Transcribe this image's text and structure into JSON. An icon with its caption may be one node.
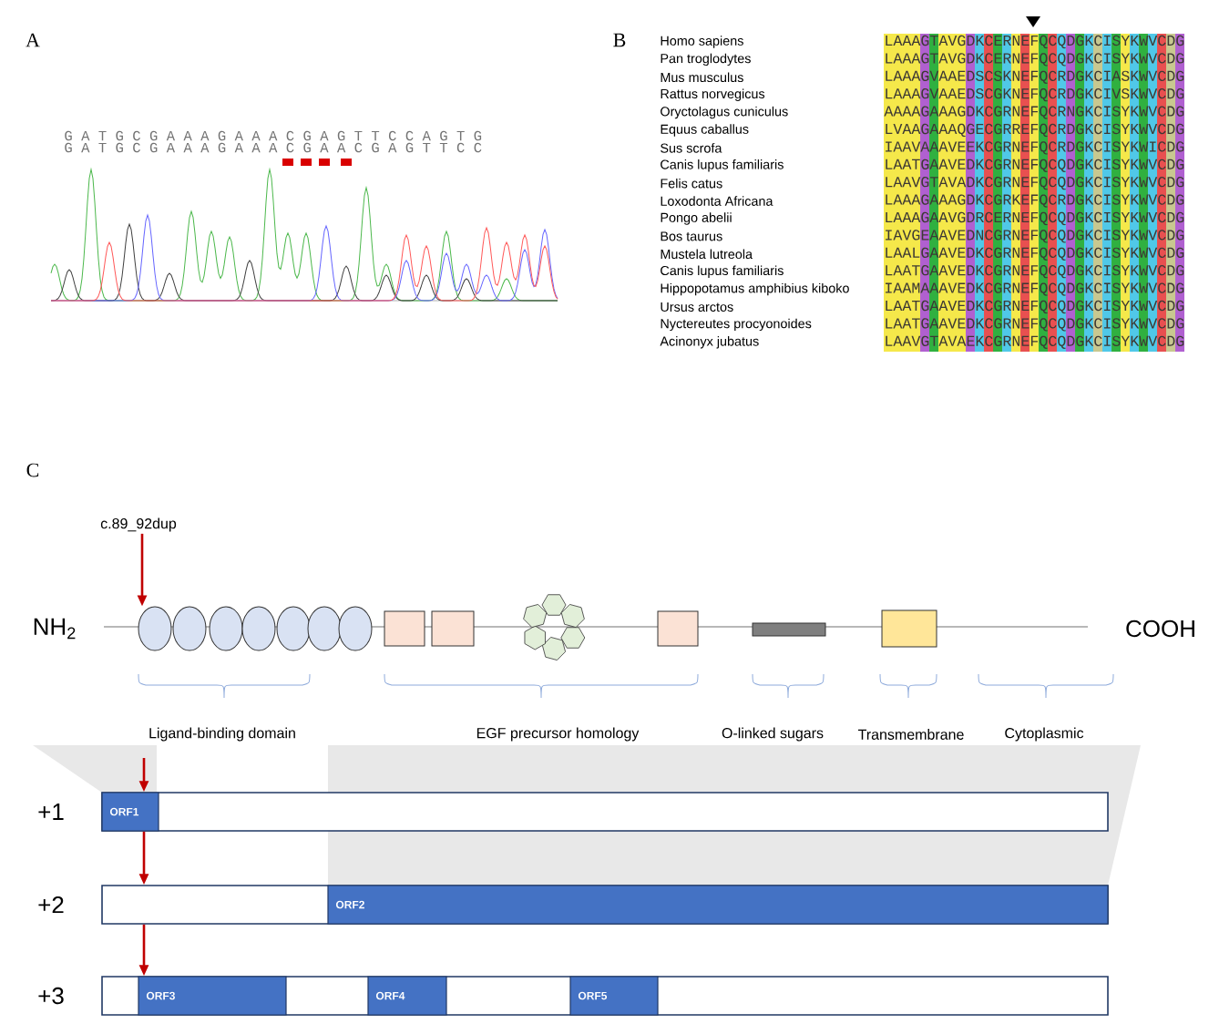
{
  "diagram": {
    "nodes": [
      {
        "text": [
          "c.89_92dup"
        ]
      },
      {
        "text": [],
        "shape": "ellipse"
      },
      {
        "text": [],
        "shape": "ellipse"
      },
      {
        "text": [],
        "shape": "ellipse"
      },
      {
        "text": [],
        "shape": "ellipse"
      },
      {
        "text": [],
        "shape": "ellipse"
      },
      {
        "text": [],
        "shape": "ellipse"
      },
      {
        "text": [],
        "shape": "ellipse"
      },
      {
        "text": [],
        "shape": "box"
      },
      {
        "text": [],
        "shape": "box"
      },
      {
        "text": [],
        "shape": "box"
      },
      {
        "text": [],
        "shape": "bar"
      },
      {
        "text": [],
        "shape": "box"
      },
      {
        "text": [
          "+1"
        ]
      },
      {
        "text": [
          "ORF1"
        ],
        "in": 13
      },
      {
        "text": [
          "+2"
        ]
      },
      {
        "text": [
          "ORF2"
        ],
        "in": 15
      },
      {
        "text": [
          "+3"
        ]
      },
      {
        "text": [
          "ORF3"
        ],
        "in": 17
      },
      {
        "text": [
          "ORF4"
        ],
        "in": 17
      },
      {
        "text": [
          "ORF5"
        ],
        "in": 17
      }
    ],
    "edges": [
      {
        "from": 0,
        "to": 1,
        "arrow": "to"
      },
      {
        "from": null,
        "to": 13,
        "arrow": "to"
      },
      {
        "from": 13,
        "to": 15,
        "arrow": "to"
      },
      {
        "from": 15,
        "to": 17,
        "arrow": "to"
      }
    ],
    "labels": [
      "A",
      "G A T G C G A A A G A A A C G A G T T C C A G T G",
      "G A T G C G A A A G A A A C G A A C G A G T T C C",
      "B",
      "Homo sapiens",
      "LAAAGTAVGDKCERNEFQCQDGKCISYKWVCDG",
      "Pan troglodytes",
      "LAAAGTAVGDKCERNEFQCQDGKCISYKWVCDG",
      "Mus musculus",
      "LAAAGVAAEDSCSKNEFQCRDGKCIASKWVCDG",
      "Rattus norvegicus",
      "LAAAGVAAEDSCGKNEFQCRDGKCIVSKWVCDG",
      "Oryctolagus cuniculus",
      "AAAAGAAAGDKCGRNEFQCRNGKCISYKWVCDG",
      "Equus caballus",
      "LVAAGAAAQGECGRREFQCRDGKCISYKWVCDG",
      "Sus scrofa",
      "IAAVAAAVEEKCGRNEFQCRDGKCISYKWICDG",
      "Canis lupus familiaris",
      "LAATGAAVEDKCGRNEFQCQDGKCISYKWVCDG",
      "Felis catus",
      "LAAVGTAVADKCGRNEFQCQDGKCISYKWVCDG",
      "Loxodonta Africana",
      "LAAAGAAAGDKCGRKEFQCRDGKCISYKWVCDG",
      "Pongo abelii",
      "LAAAGAAVGDRCERNEFQCQDGKCISYKWVCDG",
      "Bos taurus",
      "IAVGEAAVEDNCGRNEFQCQDGKCISYKWVCDG",
      "Mustela lutreola",
      "LAALGAAVEDKCGRNEFQCQDGKCISYKWVCDG",
      "Canis lupus familiaris",
      "LAATGAAVEDKCGRNEFQCQDGKCISYKWVCDG",
      "Hippopotamus amphibius kiboko",
      "IAAMAAAVEDKCGRNEFQCQDGKCISYKWVCDG",
      "Ursus arctos",
      "LAATGAAVEDKCGRNEFQCQDGKCISYKWVCDG",
      "Nyctereutes procyonoides",
      "LAATGAAVEDKCGRNEFQCQDGKCISYKWVCDG",
      "Acinonyx jubatus",
      "LAAVGTAVAEKCGRNEFQCQDGKCISYKWVCDG",
      "C",
      "NH$_{2}$",
      "COOH",
      "Ligand-binding domain",
      "EGF precursor homology",
      "O-linked sugars",
      "Transmembrane",
      "Cytoplasmic"
    ]
  }
}
